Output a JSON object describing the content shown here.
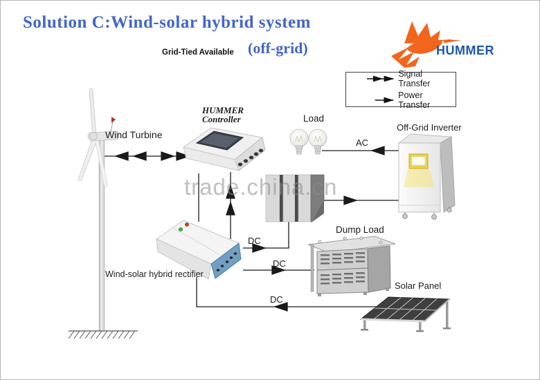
{
  "header": {
    "title": "Solution C:Wind-solar hybrid system",
    "grid_tied": "Grid-Tied Available",
    "off_grid": "(off-grid)"
  },
  "logo": {
    "text": "HUMMER"
  },
  "legend": {
    "items": [
      {
        "label": "Signal Transfer",
        "symbol": "double-arrowhead"
      },
      {
        "label": "Power Transfer",
        "symbol": "single-arrowhead"
      }
    ]
  },
  "devices": {
    "wind_turbine": {
      "label": "Wind Turbine"
    },
    "controller": {
      "label_line1": "HUMMER",
      "label_line2": "Controller"
    },
    "load": {
      "label": "Load"
    },
    "off_grid_inverter": {
      "label": "Off-Grid Inverter"
    },
    "rectifier": {
      "label": "Wind-solar hybrid rectifier"
    },
    "dump_load": {
      "label": "Dump Load"
    },
    "solar_panel": {
      "label": "Solar Panel"
    }
  },
  "connection_labels": {
    "inverter_to_load": "AC",
    "rectifier_to_battery": "DC",
    "rectifier_to_dump_load": "DC",
    "solar_to_rectifier": "DC"
  },
  "watermark": {
    "text": "trade.china.cn"
  },
  "colors": {
    "title_blue": "#4365c9",
    "logo_text_blue": "#1c57b5",
    "logo_bird_orange": "#f2651d",
    "line_black": "#1a1a1a",
    "rectifier_panel_blue": "#6f9fc2",
    "inverter_screen_yellow": "#ecd33f",
    "led_green": "#3cb043",
    "led_red": "#cc3a20"
  }
}
